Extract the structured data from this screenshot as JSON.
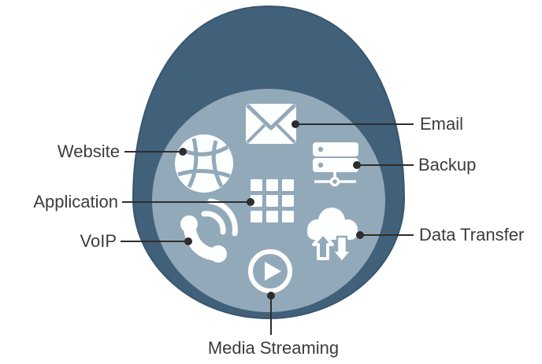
{
  "diagram": {
    "kind": "labeled-icon-diagram",
    "items": {
      "website": {
        "label": "Website",
        "icon": "globe-icon"
      },
      "application": {
        "label": "Application",
        "icon": "grid-icon"
      },
      "voip": {
        "label": "VoIP",
        "icon": "phone-call-icon"
      },
      "email": {
        "label": "Email",
        "icon": "envelope-icon"
      },
      "backup": {
        "label": "Backup",
        "icon": "server-network-icon"
      },
      "data_transfer": {
        "label": "Data Transfer",
        "icon": "cloud-up-down-arrows-icon"
      },
      "media_streaming": {
        "label": "Media Streaming",
        "icon": "play-button-icon"
      }
    }
  },
  "colors": {
    "pipe_dark": "#41607a",
    "pipe_edge": "#3a566e",
    "pipe_face": "#92a9ba",
    "icon_white": "#fdfefe",
    "connector": "#2e2d2b",
    "label_text": "#3d3c3a",
    "background": "#ffffff"
  }
}
